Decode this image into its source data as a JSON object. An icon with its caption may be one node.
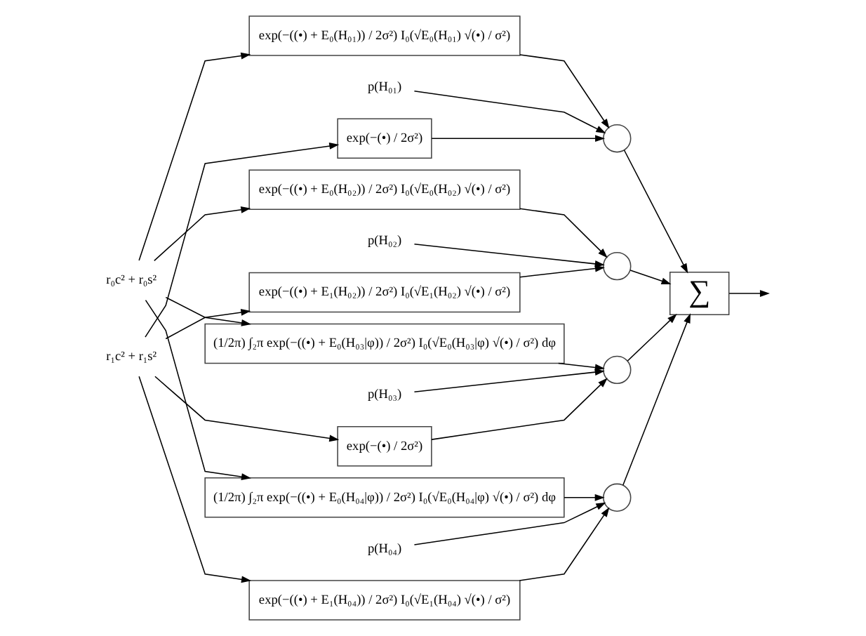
{
  "diagram": {
    "nodes": [
      {
        "text": [
          "r₀c² + r₀s²"
        ]
      },
      {
        "text": [
          "r₁c² + r₁s²"
        ]
      },
      {
        "text": [
          "exp(−((•) + E₀(H₀₁)) / 2σ²) I₀(√E₀(H₀₁) √(•) / σ²)"
        ]
      },
      {
        "text": [
          "exp(−(•) / 2σ²)"
        ]
      },
      {
        "text": [
          "exp(−((•) + E₀(H₀₂)) / 2σ²) I₀(√E₀(H₀₂) √(•) / σ²)"
        ]
      },
      {
        "text": [
          "exp(−((•) + E₁(H₀₂)) / 2σ²) I₀(√E₁(H₀₂) √(•) / σ²)"
        ]
      },
      {
        "text": [
          "(1/2π) ∫₂π exp(−((•) + E₀(H₀₃|φ)) / 2σ²) I₀(√E₀(H₀₃|φ) √(•) / σ²) dφ"
        ]
      },
      {
        "text": [
          "exp(−(•) / 2σ²)"
        ]
      },
      {
        "text": [
          "(1/2π) ∫₂π exp(−((•) + E₀(H₀₄|φ)) / 2σ²) I₀(√E₀(H₀₄|φ) √(•) / σ²) dφ"
        ]
      },
      {
        "text": [
          "exp(−((•) + E₁(H₀₄)) / 2σ²) I₀(√E₁(H₀₄) √(•) / σ²)"
        ]
      },
      {
        "text": [
          "p(H₀₁)"
        ]
      },
      {
        "text": [],
        "shape": "circle"
      },
      {
        "text": [
          "p(H₀₂)"
        ]
      },
      {
        "text": [],
        "shape": "circle"
      },
      {
        "text": [
          "p(H₀₃)"
        ]
      },
      {
        "text": [],
        "shape": "circle"
      },
      {
        "text": [
          "p(H₀₄)"
        ]
      },
      {
        "text": [],
        "shape": "circle"
      },
      {
        "text": [
          "∑"
        ]
      }
    ],
    "edges": [
      {
        "from": 0,
        "to": 2,
        "arrow": "to"
      },
      {
        "from": 1,
        "to": 3,
        "arrow": "to"
      },
      {
        "from": 0,
        "to": 4,
        "arrow": "to"
      },
      {
        "from": 1,
        "to": 5,
        "arrow": "to"
      },
      {
        "from": 0,
        "to": 6,
        "arrow": "to"
      },
      {
        "from": 1,
        "to": 7,
        "arrow": "to"
      },
      {
        "from": 0,
        "to": 8,
        "arrow": "to"
      },
      {
        "from": 1,
        "to": 9,
        "arrow": "to"
      },
      {
        "from": 2,
        "to": 11,
        "arrow": "to"
      },
      {
        "from": 10,
        "to": 11,
        "arrow": "to"
      },
      {
        "from": 3,
        "to": 11,
        "arrow": "to"
      },
      {
        "from": 4,
        "to": 13,
        "arrow": "to"
      },
      {
        "from": 12,
        "to": 13,
        "arrow": "to"
      },
      {
        "from": 5,
        "to": 13,
        "arrow": "to"
      },
      {
        "from": 6,
        "to": 15,
        "arrow": "to"
      },
      {
        "from": 14,
        "to": 15,
        "arrow": "to"
      },
      {
        "from": 7,
        "to": 15,
        "arrow": "to"
      },
      {
        "from": 8,
        "to": 17,
        "arrow": "to"
      },
      {
        "from": 16,
        "to": 17,
        "arrow": "to"
      },
      {
        "from": 9,
        "to": 17,
        "arrow": "to"
      },
      {
        "from": 11,
        "to": 18,
        "arrow": "to"
      },
      {
        "from": 13,
        "to": 18,
        "arrow": "to"
      },
      {
        "from": 15,
        "to": 18,
        "arrow": "to"
      },
      {
        "from": 17,
        "to": 18,
        "arrow": "to"
      },
      {
        "from": 18,
        "to": null,
        "arrow": "to"
      }
    ]
  }
}
